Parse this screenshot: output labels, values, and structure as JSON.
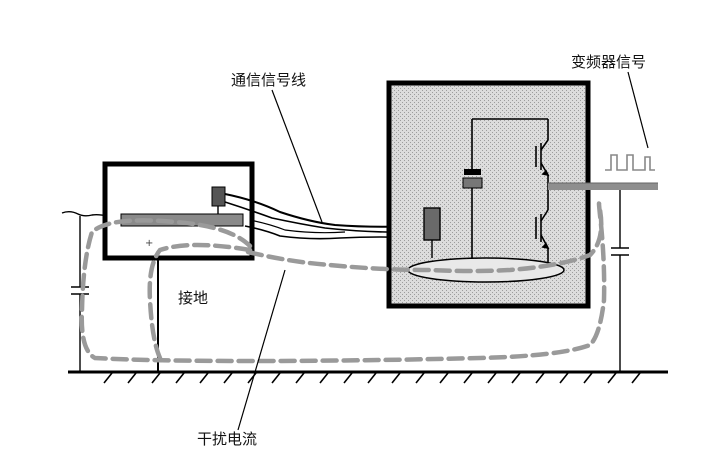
{
  "labels": {
    "comm_signal_line": "通信信号线",
    "vfd_signal": "变频器信号",
    "grounding": "接地",
    "interference_current": "干扰电流"
  },
  "colors": {
    "background": "#ffffff",
    "box_outline": "#000000",
    "enclosure_fill": "#d6d6d6",
    "interference_path": "#9a9a9a",
    "ground_line": "#000000"
  }
}
